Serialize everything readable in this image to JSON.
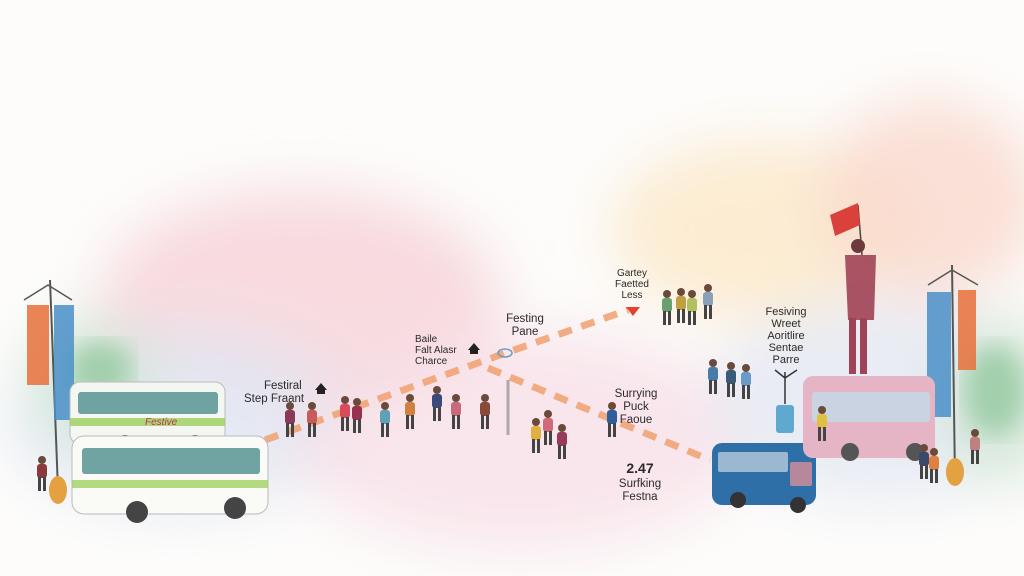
{
  "labels": {
    "step": [
      "Festiral",
      "Step Fraant"
    ],
    "baile": [
      "Baile",
      "Falt Alasr",
      "Charce"
    ],
    "festing": [
      "Festing",
      "Pane"
    ],
    "gartey": [
      "Gartey",
      "Faetted",
      "Less"
    ],
    "surrying": [
      "Surrying",
      "Puck",
      "Faoue"
    ],
    "time": "2.47",
    "surfking": [
      "Surfking",
      "Festna"
    ],
    "fesiving": [
      "Fesiving",
      "Wreet",
      "Aoritlire",
      "Sentae",
      "Parre"
    ],
    "bus_sign": "Festive"
  },
  "colors": {
    "path": "#f0a070",
    "flag": "#d9413a",
    "bus_blue": "#2f6fa8",
    "bus_pink": "#d98ca5",
    "bus_green": "#4fa66a",
    "banner_orange": "#e8703a",
    "banner_blue": "#4a8fc8"
  },
  "icons": [
    "home-icon",
    "home-icon",
    "triangle-marker-icon",
    "pin-icon",
    "flag-icon"
  ]
}
